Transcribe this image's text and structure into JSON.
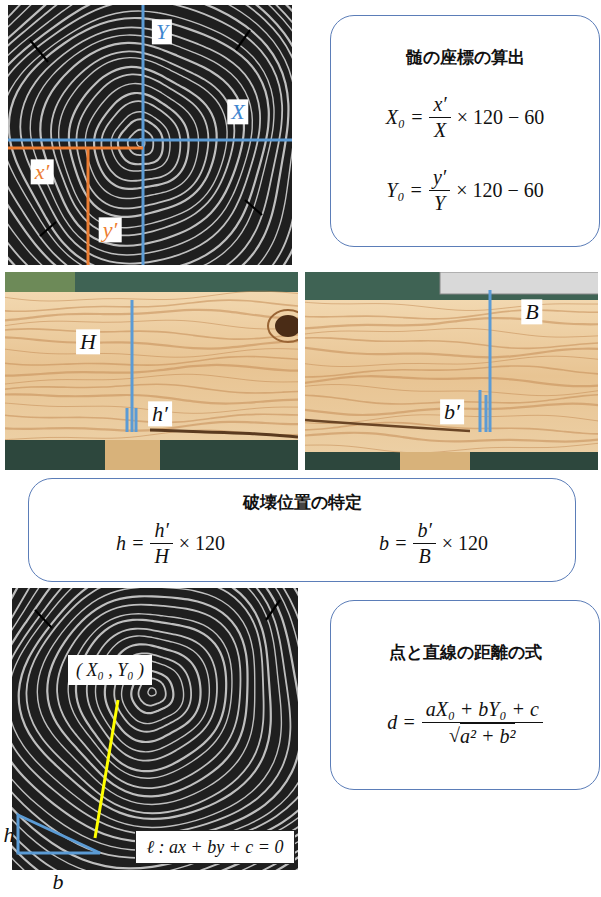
{
  "diagram": {
    "nodes": [
      {
        "text": [
          "髄の座標の算出",
          "X₀ =",
          "x′",
          "X",
          "× 120 − 60",
          "Y₀ =",
          "y′",
          "Y",
          "× 120 − 60"
        ]
      },
      {
        "text": [
          "破壊位置の特定",
          "h =",
          "h′",
          "H",
          "× 120",
          "b =",
          "b′",
          "B",
          "× 120"
        ]
      },
      {
        "text": [
          "点と直線の距離の式",
          "d =",
          "aX₀ + bY₀ + c",
          "√",
          "a² + b²"
        ]
      },
      {
        "text": [
          "( X₀ , Y₀ )"
        ]
      },
      {
        "text": [
          "ℓ : ax + by + c = 0"
        ]
      }
    ],
    "labels": [
      "Y",
      "X",
      "x′",
      "y′",
      "H",
      "h′",
      "B",
      "b′",
      "h",
      "b"
    ]
  }
}
